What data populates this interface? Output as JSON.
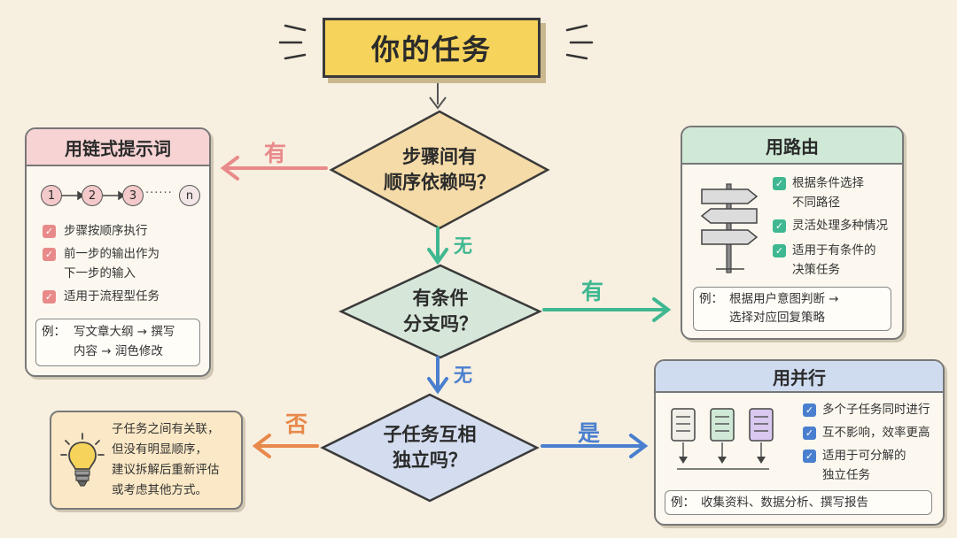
{
  "title": "你的任务",
  "decisions": {
    "d1": {
      "line1": "步骤间有",
      "line2": "顺序依赖吗？"
    },
    "d2": {
      "line1": "有条件",
      "line2": "分支吗？"
    },
    "d3": {
      "line1": "子任务互相",
      "line2": "独立吗？"
    }
  },
  "edges": {
    "d1_left": "有",
    "d1_down": "无",
    "d2_right": "有",
    "d2_down": "无",
    "d3_left": "否",
    "d3_right": "是"
  },
  "chain_panel": {
    "title": "用链式提示词",
    "steps": [
      "1",
      "2",
      "3",
      "n"
    ],
    "dots": "······",
    "bullets": [
      "步骤按顺序执行",
      "前一步的输出作为",
      "下一步的输入",
      "适用于流程型任务"
    ],
    "example_key": "例：",
    "example_line1": "写文章大纲 → 撰写",
    "example_line2": "内容 → 润色修改"
  },
  "route_panel": {
    "title": "用路由",
    "bullets": [
      "根据条件选择",
      "不同路径",
      "灵活处理多种情况",
      "适用于有条件的",
      "决策任务"
    ],
    "example_key": "例：",
    "example_line1": "根据用户意图判断 →",
    "example_line2": "选择对应回复策略"
  },
  "parallel_panel": {
    "title": "用并行",
    "bullets": [
      "多个子任务同时进行",
      "互不影响，效率更高",
      "适用于可分解的",
      "独立任务"
    ],
    "example_key": "例：",
    "example_text": "收集资料、数据分析、撰写报告"
  },
  "note": {
    "lines": [
      "子任务之间有关联，",
      "但没有明显顺序，",
      "建议拆解后重新评估",
      "或考虑其他方式。"
    ]
  },
  "colors": {
    "pink": "#e98a8a",
    "green": "#3fb891",
    "blue": "#4a7fcf",
    "orange": "#e8884a",
    "title_yellow": "#f6d35a"
  }
}
